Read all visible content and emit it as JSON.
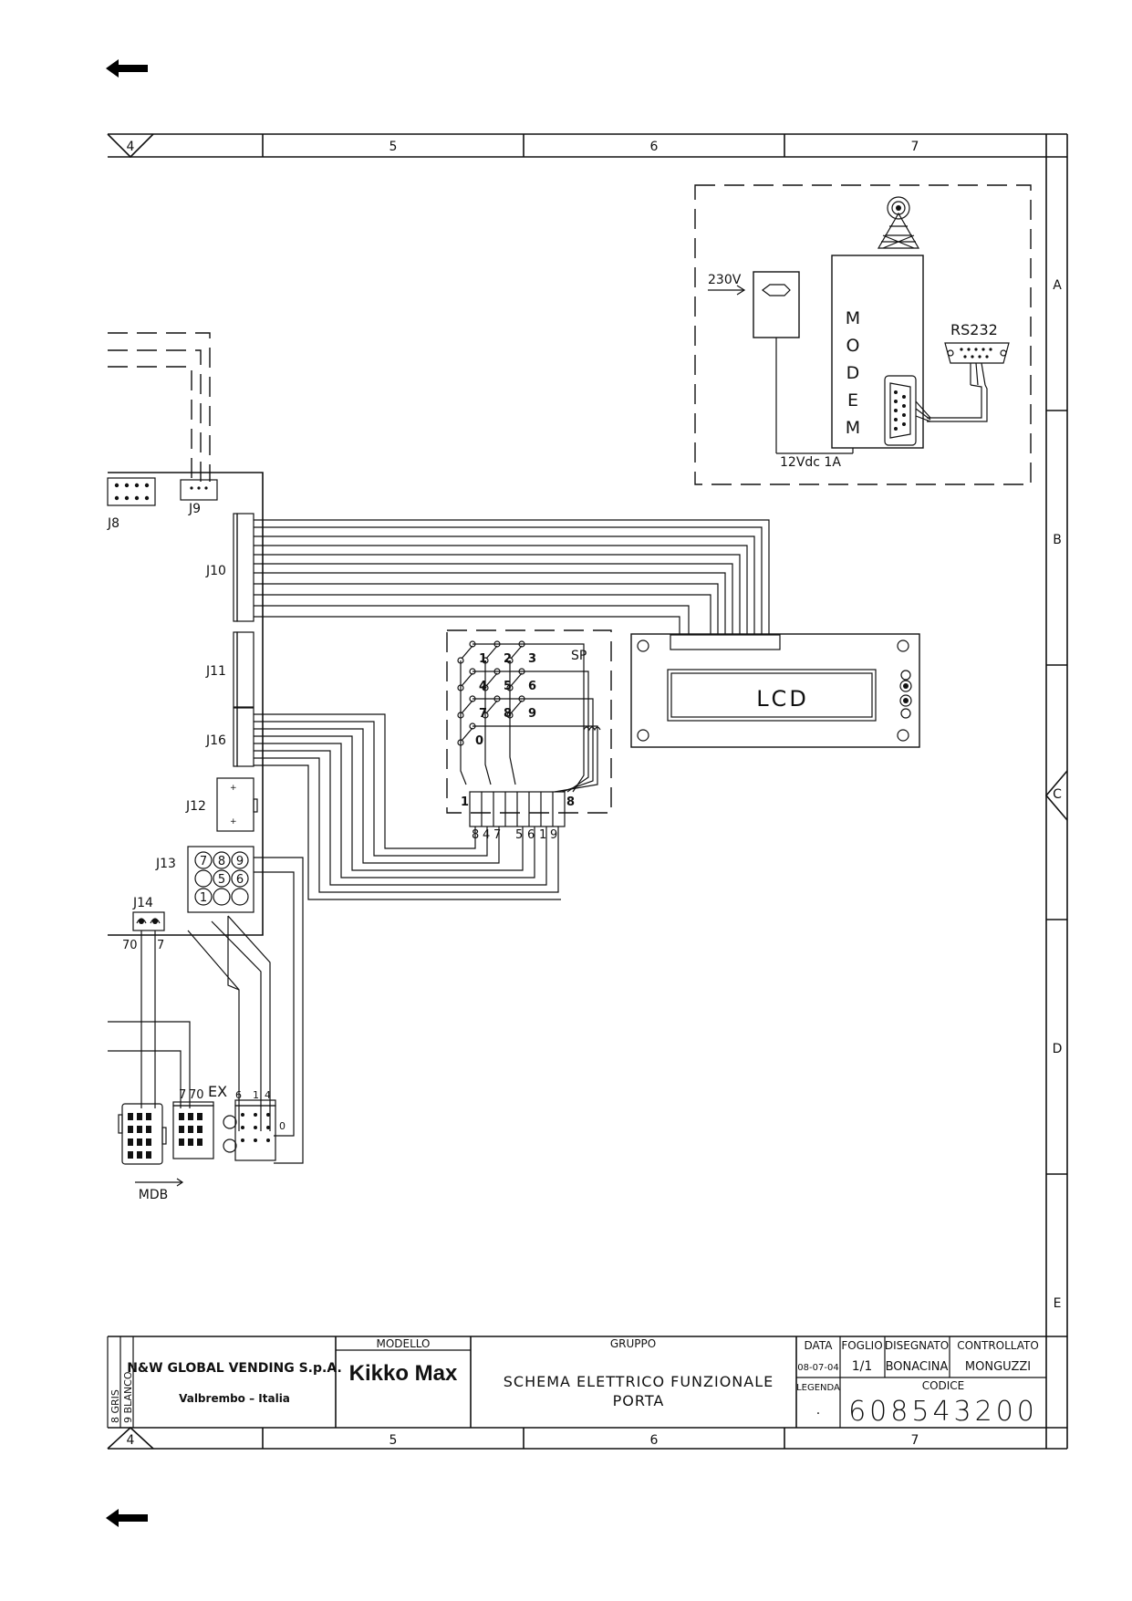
{
  "nav": {
    "back_top": "back",
    "back_bottom": "back"
  },
  "frame": {
    "columns": [
      "4",
      "5",
      "6",
      "7"
    ],
    "rows": [
      "A",
      "B",
      "C",
      "D",
      "E"
    ]
  },
  "connectors": {
    "j8": "J8",
    "j9": "J9",
    "j10": "J10",
    "j11": "J11",
    "j12": "J12",
    "j13": "J13",
    "j14": "J14",
    "j16": "J16",
    "j14_pins": [
      "70",
      "7"
    ],
    "j13_pins": [
      "7",
      "8",
      "9",
      "5",
      "6",
      "1"
    ]
  },
  "modem": {
    "label_letters": [
      "M",
      "O",
      "D",
      "E",
      "M"
    ],
    "supply_in": "230V",
    "supply_out": "12Vdc  1A",
    "port": "RS232"
  },
  "keypad": {
    "label": "SP",
    "keys": [
      "1",
      "2",
      "3",
      "4",
      "5",
      "6",
      "7",
      "8",
      "9",
      "0"
    ],
    "connector_start": "1",
    "connector_end": "8",
    "pin_order": [
      "8",
      "4",
      "7",
      "5",
      "6",
      "1",
      "9"
    ]
  },
  "lcd": {
    "label": "LCD"
  },
  "harness": {
    "mdb": "MDB",
    "ex": "EX",
    "plug_pins_a": [
      "7",
      "70"
    ],
    "plug_pins_b": [
      "6",
      "1",
      "4"
    ],
    "ex_extra": "0"
  },
  "title_block": {
    "wire_colors": [
      "8 GRIS",
      "9 BLANCO"
    ],
    "company": "N&W GLOBAL VENDING S.p.A.",
    "city": "Valbrembo – Italia",
    "model_label": "MODELLO",
    "model": "Kikko Max",
    "group_label": "GRUPPO",
    "title_line1": "SCHEMA ELETTRICO FUNZIONALE",
    "title_line2": "PORTA",
    "date_label": "DATA",
    "date": "08-07-04",
    "sheet_label": "FOGLIO",
    "sheet": "1/1",
    "drawn_label": "DISEGNATO",
    "drawn": "BONACINA",
    "checked_label": "CONTROLLATO",
    "checked": "MONGUZZI",
    "legend_label": "LEGENDA",
    "legend": ".",
    "code_label": "CODICE",
    "code": "608543200"
  }
}
